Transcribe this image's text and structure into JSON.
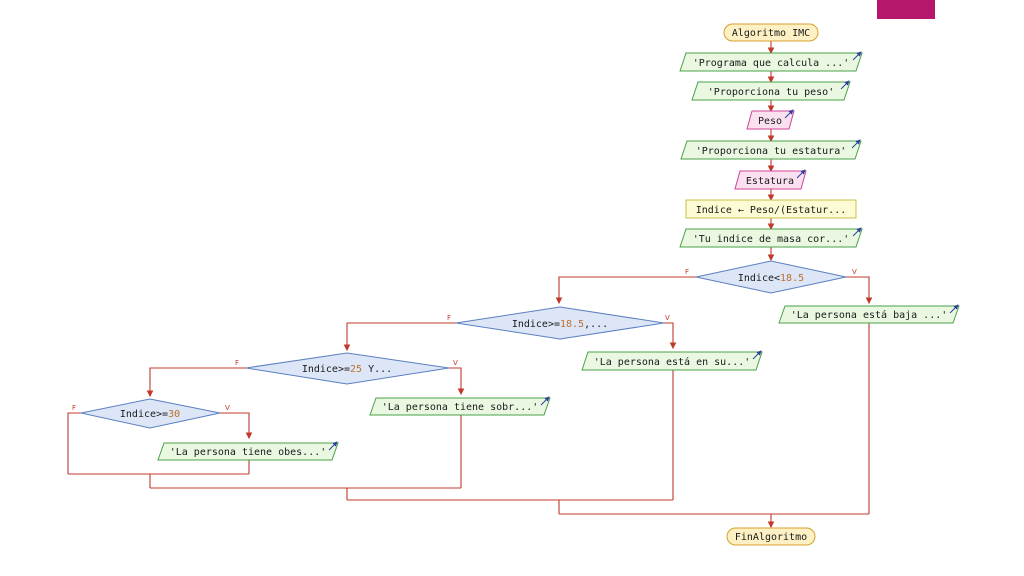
{
  "colors": {
    "accent": "#b5176b",
    "edge": "#c0392b",
    "terminal_fill": "#fdf0c4",
    "terminal_stroke": "#d6a12a",
    "output_fill": "#eaf8e2",
    "output_stroke": "#4aa04a",
    "input_fill": "#fbe1ef",
    "input_stroke": "#d0449a",
    "process_fill": "#fdfbd3",
    "process_stroke": "#c9c24a",
    "decision_fill": "#dce6f7",
    "decision_stroke": "#5b7fc0",
    "number": "#c0702b"
  },
  "icons": {
    "io": "io-arrow-icon"
  },
  "flowchart": {
    "start": "Algoritmo IMC",
    "end": "FinAlgoritmo",
    "steps": [
      {
        "kind": "output",
        "text": "'Programa que calcula ...'"
      },
      {
        "kind": "output",
        "text": "'Proporciona tu peso'"
      },
      {
        "kind": "input",
        "text": "Peso"
      },
      {
        "kind": "output",
        "text": "'Proporciona tu estatura'"
      },
      {
        "kind": "input",
        "text": "Estatura"
      },
      {
        "kind": "process",
        "text": "Indice ← Peso/(Estatur..."
      },
      {
        "kind": "output",
        "text": "'Tu indice de masa cor...'"
      }
    ],
    "decisions": [
      {
        "var": "Indice",
        "op": "<",
        "num": "18.5",
        "rest": "",
        "true_label": "V",
        "false_label": "F",
        "true_output": "'La persona está baja ...'"
      },
      {
        "var": "Indice",
        "op": ">=",
        "num": "18.5",
        "rest": ",...",
        "true_label": "V",
        "false_label": "F",
        "true_output": "'La persona está en su...'"
      },
      {
        "var": "Indice",
        "op": ">=",
        "num": "25",
        "rest": " Y...",
        "true_label": "V",
        "false_label": "F",
        "true_output": "'La persona tiene sobr...'"
      },
      {
        "var": "Indice",
        "op": ">=",
        "num": "30",
        "rest": "",
        "true_label": "V",
        "false_label": "F",
        "true_output": "'La persona tiene obes...'"
      }
    ]
  }
}
